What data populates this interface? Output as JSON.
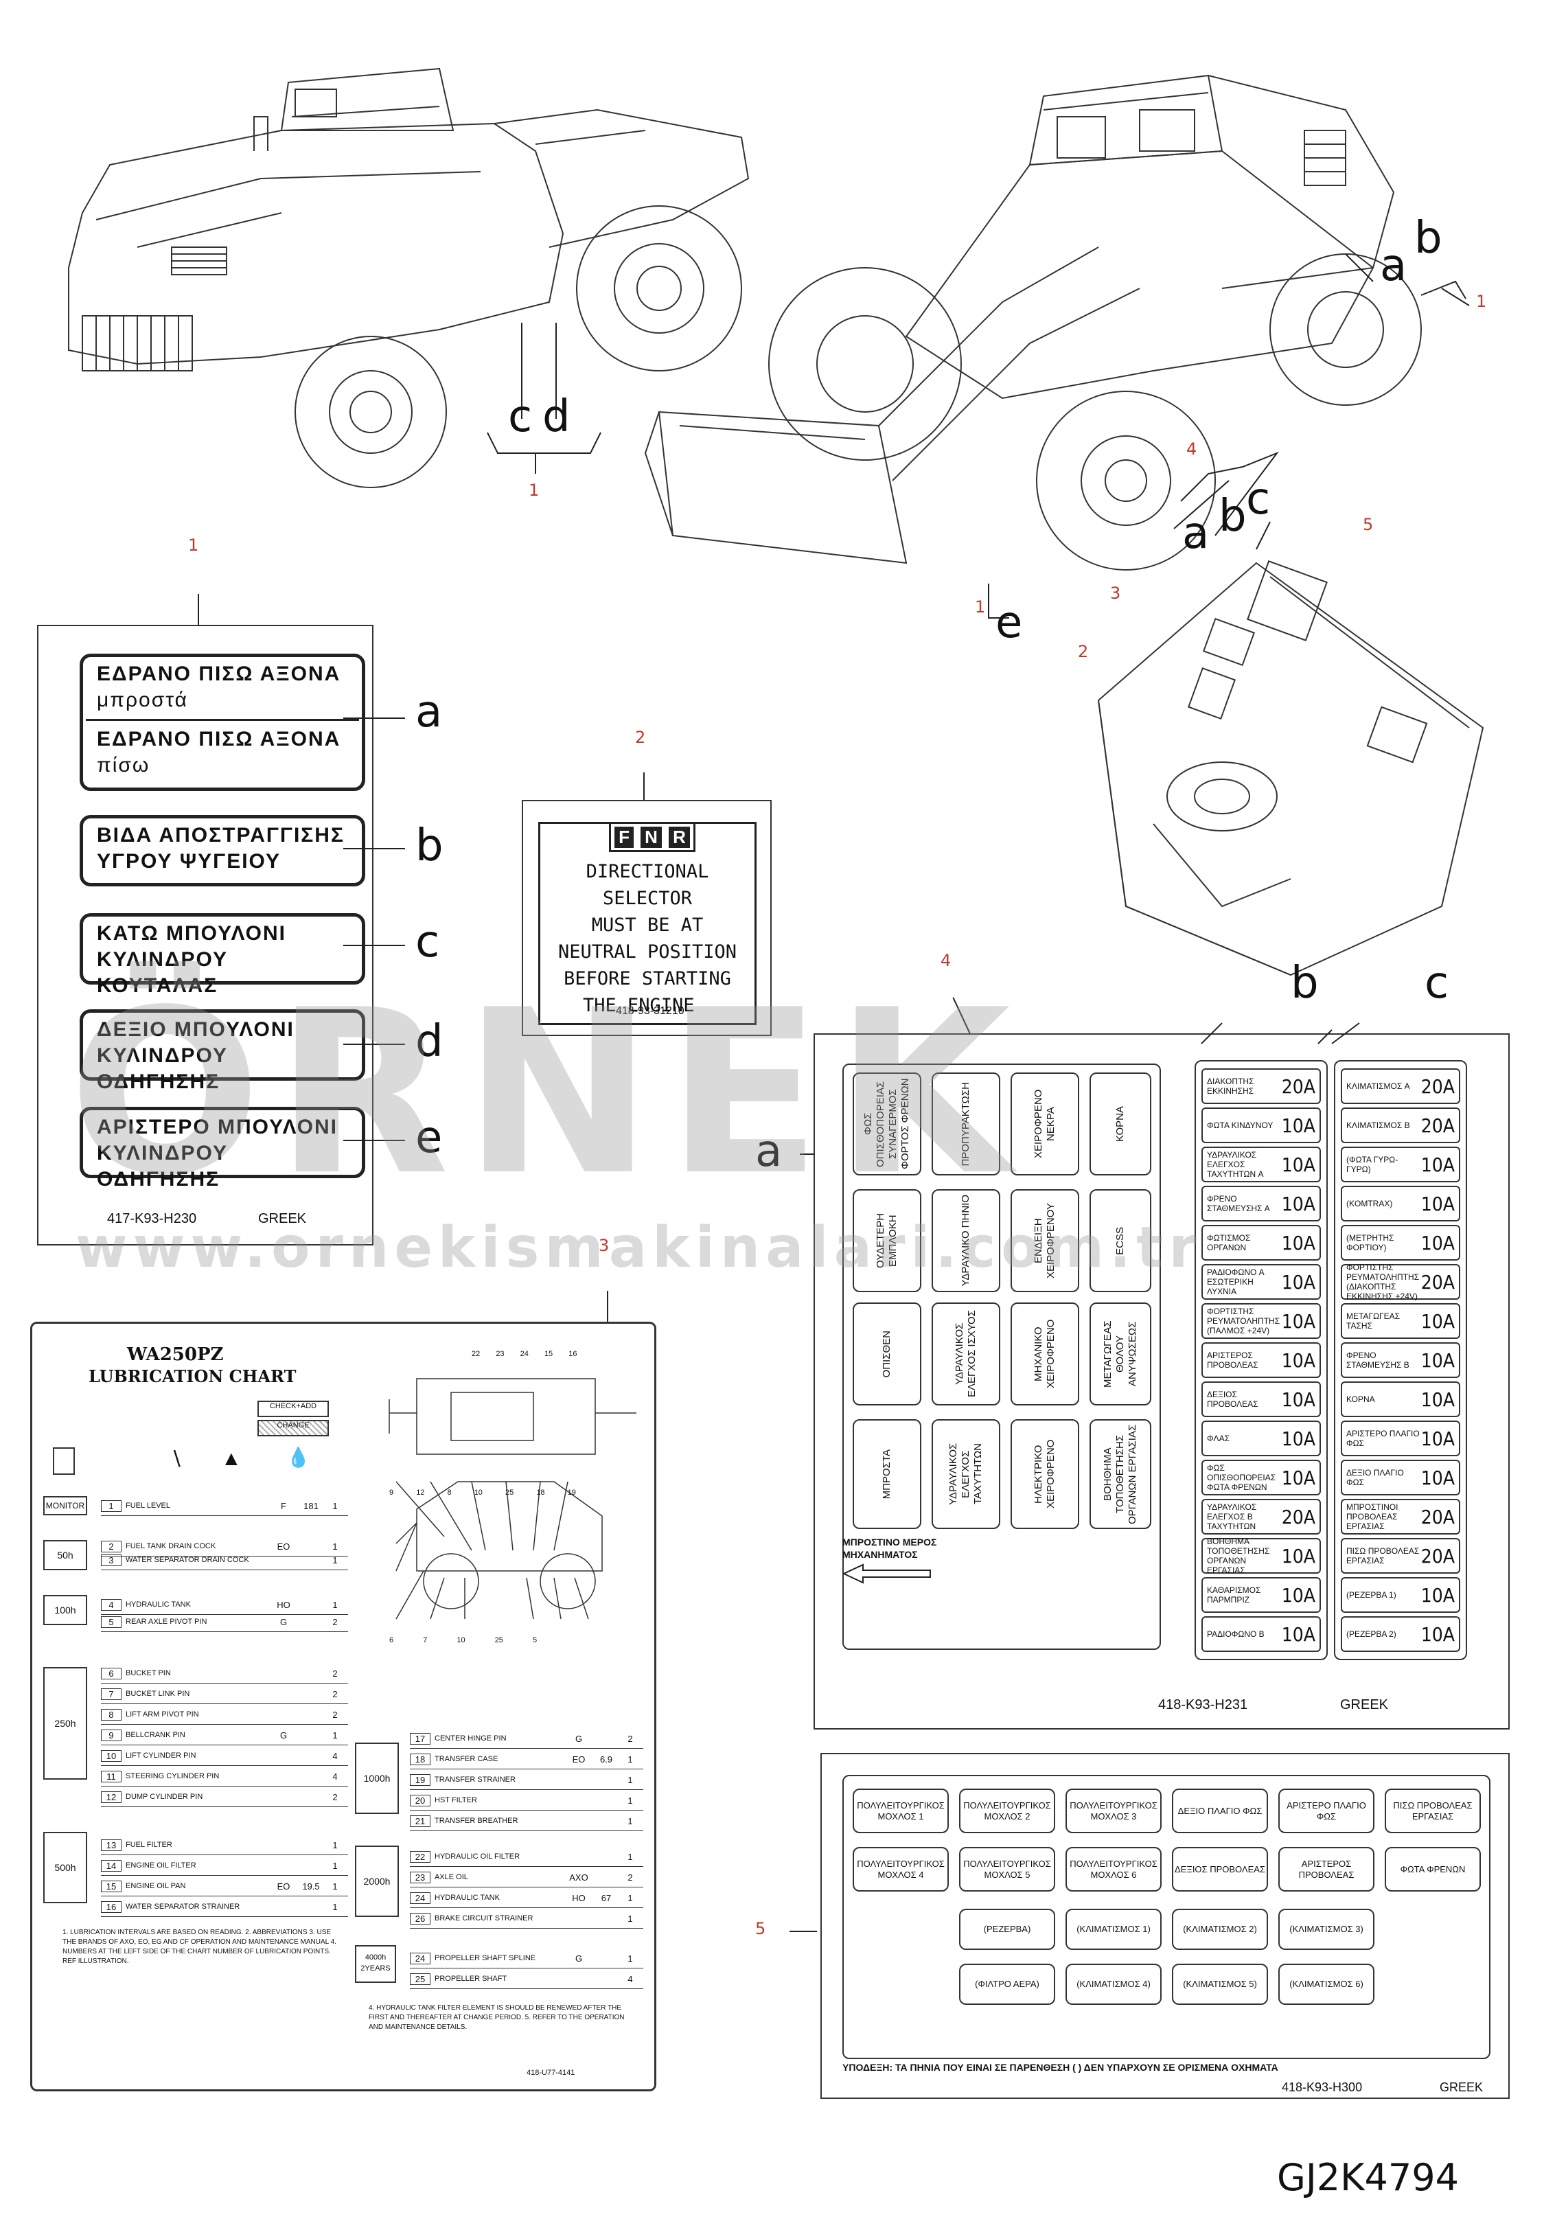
{
  "callouts": {
    "c": "c",
    "d": "d",
    "e": "e",
    "a": "a",
    "b": "b",
    "one": "1",
    "two": "2",
    "three": "3",
    "four": "4",
    "five": "5"
  },
  "decal1": {
    "a1": "ΕΔΡΑΝΟ ΠΙΣΩ ΑΞΟΝΑ",
    "a1sub": "μπροστά",
    "a2": "ΕΔΡΑΝΟ ΠΙΣΩ ΑΞΟΝΑ",
    "a2sub": "πίσω",
    "b1": "ΒΙΔΑ ΑΠΟΣΤΡΑΓΓΙΣΗΣ",
    "b2": "ΥΓΡΟΥ ΨΥΓΕΙΟΥ",
    "c1": "ΚΑΤΩ ΜΠΟΥΛΟΝΙ",
    "c2": "ΚΥΛΙΝΔΡΟΥ ΚΟΥΤΑΛΑΣ",
    "d1": "ΔΕΞΙΟ ΜΠΟΥΛΟΝΙ",
    "d2": "ΚΥΛΙΝΔΡΟΥ ΟΔΗΓΗΣΗΣ",
    "e1": "ΑΡΙΣΤΕΡΟ ΜΠΟΥΛΟΝΙ",
    "e2": "ΚΥΛΙΝΔΡΟΥ ΟΔΗΓΗΣΗΣ",
    "code": "417-K93-H230",
    "lang": "GREEK"
  },
  "decal2": {
    "fnr": [
      "F",
      "N",
      "R"
    ],
    "lines": [
      "DIRECTIONAL SELECTOR",
      "MUST BE AT",
      "NEUTRAL POSITION",
      "BEFORE STARTING",
      "THE ENGINE"
    ],
    "code": "418-93-31210"
  },
  "watermark": {
    "big": "ÖRNEK",
    "url": "www.ornekismakinalari.com.tr"
  },
  "decal3": {
    "title": "WA250PZ",
    "subtitle": "LUBRICATION CHART",
    "check": "CHECK+ADD",
    "change": "CHANGE",
    "groups": [
      "MONITOR",
      "50h",
      "100h",
      "250h",
      "500h"
    ],
    "right_groups": [
      "1000h",
      "2000h",
      "4000h 2YEARS"
    ],
    "rows_left": [
      {
        "n": "1",
        "t": "FUEL LEVEL",
        "c": "F",
        "q": "181",
        "k": "1"
      },
      {
        "n": "2",
        "t": "FUEL TANK DRAIN COCK",
        "c": "EO",
        "q": "",
        "k": "1"
      },
      {
        "n": "3",
        "t": "WATER SEPARATOR DRAIN COCK",
        "c": "",
        "q": "",
        "k": "1"
      },
      {
        "n": "4",
        "t": "HYDRAULIC TANK",
        "c": "HO",
        "q": "",
        "k": "1"
      },
      {
        "n": "5",
        "t": "REAR AXLE PIVOT PIN",
        "c": "G",
        "q": "",
        "k": "2"
      },
      {
        "n": "6",
        "t": "BUCKET PIN",
        "c": "",
        "q": "",
        "k": "2"
      },
      {
        "n": "7",
        "t": "BUCKET LINK PIN",
        "c": "",
        "q": "",
        "k": "2"
      },
      {
        "n": "8",
        "t": "LIFT ARM PIVOT PIN",
        "c": "",
        "q": "",
        "k": "2"
      },
      {
        "n": "9",
        "t": "BELLCRANK PIN",
        "c": "G",
        "q": "",
        "k": "1"
      },
      {
        "n": "10",
        "t": "LIFT CYLINDER PIN",
        "c": "",
        "q": "",
        "k": "4"
      },
      {
        "n": "11",
        "t": "STEERING CYLINDER PIN",
        "c": "",
        "q": "",
        "k": "4"
      },
      {
        "n": "12",
        "t": "DUMP CYLINDER PIN",
        "c": "",
        "q": "",
        "k": "2"
      },
      {
        "n": "13",
        "t": "FUEL FILTER",
        "c": "",
        "q": "",
        "k": "1"
      },
      {
        "n": "14",
        "t": "ENGINE OIL FILTER",
        "c": "",
        "q": "",
        "k": "1"
      },
      {
        "n": "15",
        "t": "ENGINE OIL PAN",
        "c": "EO",
        "q": "19.5",
        "k": "1"
      },
      {
        "n": "16",
        "t": "WATER SEPARATOR STRAINER",
        "c": "",
        "q": "",
        "k": "1"
      }
    ],
    "rows_right": [
      {
        "n": "17",
        "t": "CENTER HINGE PIN",
        "c": "G",
        "q": "",
        "k": "2"
      },
      {
        "n": "18",
        "t": "TRANSFER CASE",
        "c": "EO",
        "q": "6.9",
        "k": "1"
      },
      {
        "n": "19",
        "t": "TRANSFER STRAINER",
        "c": "",
        "q": "",
        "k": "1"
      },
      {
        "n": "20",
        "t": "HST FILTER",
        "c": "",
        "q": "",
        "k": "1"
      },
      {
        "n": "21",
        "t": "TRANSFER BREATHER",
        "c": "",
        "q": "",
        "k": "1"
      },
      {
        "n": "22",
        "t": "HYDRAULIC OIL FILTER",
        "c": "",
        "q": "",
        "k": "1"
      },
      {
        "n": "23",
        "t": "AXLE OIL",
        "c": "AXO",
        "q": "",
        "k": "2"
      },
      {
        "n": "24",
        "t": "HYDRAULIC TANK",
        "c": "HO",
        "q": "67",
        "k": "1"
      },
      {
        "n": "26",
        "t": "BRAKE CIRCUIT STRAINER",
        "c": "",
        "q": "",
        "k": "1"
      },
      {
        "n": "24",
        "t": "PROPELLER SHAFT SPLINE",
        "c": "G",
        "q": "",
        "k": "1"
      },
      {
        "n": "25",
        "t": "PROPELLER SHAFT",
        "c": "",
        "q": "",
        "k": "4"
      }
    ],
    "notes_left": "1. LUBRICATION INTERVALS ARE BASED ON READING.  2. ABBREVIATIONS  3. USE THE BRANDS OF AXO, EO, EG AND CF OPERATION AND MAINTENANCE MANUAL  4. NUMBERS AT THE LEFT SIDE OF THE CHART NUMBER OF LUBRICATION POINTS. REF ILLUSTRATION.",
    "notes_right": "4. HYDRAULIC TANK FILTER ELEMENT IS SHOULD BE RENEWED AFTER THE FIRST AND THEREAFTER AT CHANGE PERIOD. 5. REFER TO THE OPERATION AND MAINTENANCE DETAILS.",
    "code": "418-U77-4141",
    "diagram_nums_top": [
      "22",
      "23",
      "24",
      "15",
      "16"
    ],
    "diagram_nums_mid": [
      "9",
      "12",
      "8",
      "10",
      "25",
      "18",
      "19"
    ],
    "diagram_nums_bot": [
      "6",
      "7",
      "10",
      "25",
      "5"
    ]
  },
  "decal4": {
    "grid": [
      [
        "ΦΩΣ ΟΠΙΣΘΟΠΟΡΕΙΑΣ ΣΥΝΑΓΕΡΜΟΣ ΦΟΡΤΟΣ ΦΡΕΝΩΝ",
        "ΠΡΟΠΥΡΑΚΤΩΣΗ",
        "ΧΕΙΡΟΦΡΕΝΟ ΝΕΚΡΑ",
        "ΚΟΡΝΑ"
      ],
      [
        "ΟΥΔΕΤΕΡΗ ΕΜΠΛΟΚΗ",
        "ΥΔΡΑΥΛΙΚΟ ΠΗΝΙΟ",
        "ΕΝΔΕΙΞΗ ΧΕΙΡΟΦΡΕΝΟΥ",
        "ECSS"
      ],
      [
        "ΟΠΙΣΘΕΝ",
        "ΥΔΡΑΥΛΙΚΟΣ ΕΛΕΓΧΟΣ ΙΣΧΥΟΣ",
        "ΜΗΧΑΝΙΚΟ ΧΕΙΡΟΦΡΕΝΟ",
        "ΜΕΤΑΓΩΓΕΑΣ ΘΟΛΟΥ ΑΝΥΨΩΣΕΩΣ"
      ],
      [
        "ΜΠΡΟΣΤΑ",
        "ΥΔΡΑΥΛΙΚΟΣ ΕΛΕΓΧΟΣ ΤΑΧΥΤΗΤΩΝ",
        "ΗΛΕΚΤΡΙΚΟ ΧΕΙΡΟΦΡΕΝΟ",
        "ΒΟΗΘΗΜΑ ΤΟΠΟΘΕΤΗΣΗΣ ΟΡΓΑΝΩΝ ΕΡΓΑΣΙΑΣ"
      ]
    ],
    "front": "ΜΠΡΟΣΤΙΝΟ ΜΕΡΟΣ ΜΗΧΑΝΗΜΑΤΟΣ",
    "col_b": [
      {
        "t": "ΔΙΑΚΟΠΤΗΣ ΕΚΚΙΝΗΣΗΣ",
        "a": "20A"
      },
      {
        "t": "ΦΩΤΑ ΚΙΝΔΥΝΟΥ",
        "a": "10A"
      },
      {
        "t": "ΥΔΡΑΥΛΙΚΟΣ ΕΛΕΓΧΟΣ ΤΑΧΥΤΗΤΩΝ A",
        "a": "10A"
      },
      {
        "t": "ΦΡΕΝΟ ΣΤΑΘΜΕΥΣΗΣ A",
        "a": "10A"
      },
      {
        "t": "ΦΩΤΙΣΜΟΣ ΟΡΓΑΝΩΝ",
        "a": "10A"
      },
      {
        "t": "ΡΑΔΙΟΦΩΝΟ A ΕΣΩΤΕΡΙΚΗ ΛΥΧΝΙΑ",
        "a": "10A"
      },
      {
        "t": "ΦΟΡΤΙΣΤΗΣ ΡΕΥΜΑΤΟΛΗΠΤΗΣ (ΠΑΛΜΟΣ +24V)",
        "a": "10A"
      },
      {
        "t": "ΑΡΙΣΤΕΡΟΣ ΠΡΟΒΟΛΕΑΣ",
        "a": "10A"
      },
      {
        "t": "ΔΕΞΙΟΣ ΠΡΟΒΟΛΕΑΣ",
        "a": "10A"
      },
      {
        "t": "ΦΛΑΣ",
        "a": "10A"
      },
      {
        "t": "ΦΩΣ ΟΠΙΣΘΟΠΟΡΕΙΑΣ ΦΩΤΑ ΦΡΕΝΩΝ",
        "a": "10A"
      },
      {
        "t": "ΥΔΡΑΥΛΙΚΟΣ ΕΛΕΓΧΟΣ B ΤΑΧΥΤΗΤΩΝ",
        "a": "20A"
      },
      {
        "t": "ΒΟΗΘΗΜΑ ΤΟΠΟΘΕΤΗΣΗΣ ΟΡΓΑΝΩΝ ΕΡΓΑΣΙΑΣ",
        "a": "10A"
      },
      {
        "t": "ΚΑΘΑΡΙΣΜΟΣ ΠΑΡΜΠΡΙΖ",
        "a": "10A"
      },
      {
        "t": "ΡΑΔΙΟΦΩΝΟ B",
        "a": "10A"
      }
    ],
    "col_c": [
      {
        "t": "ΚΛΙΜΑΤΙΣΜΟΣ A",
        "a": "20A"
      },
      {
        "t": "ΚΛΙΜΑΤΙΣΜΟΣ B",
        "a": "20A"
      },
      {
        "t": "(ΦΩΤΑ ΓΥΡΩ-ΓΥΡΩ)",
        "a": "10A"
      },
      {
        "t": "(KOMTRAX)",
        "a": "10A"
      },
      {
        "t": "(ΜΕΤΡΗΤΗΣ ΦΟΡΤΙΟΥ)",
        "a": "10A"
      },
      {
        "t": "ΦΟΡΤΙΣΤΗΣ ΡΕΥΜΑΤΟΛΗΠΤΗΣ (ΔΙΑΚΟΠΤΗΣ ΕΚΚΙΝΗΣΗΣ +24V)",
        "a": "20A"
      },
      {
        "t": "ΜΕΤΑΓΩΓΕΑΣ ΤΑΣΗΣ",
        "a": "10A"
      },
      {
        "t": "ΦΡΕΝΟ ΣΤΑΘΜΕΥΣΗΣ B",
        "a": "10A"
      },
      {
        "t": "ΚΟΡΝΑ",
        "a": "10A"
      },
      {
        "t": "ΑΡΙΣΤΕΡΟ ΠΛΑΓΙΟ ΦΩΣ",
        "a": "10A"
      },
      {
        "t": "ΔΕΞΙΟ ΠΛΑΓΙΟ ΦΩΣ",
        "a": "10A"
      },
      {
        "t": "ΜΠΡΟΣΤΙΝΟΙ ΠΡΟΒΟΛΕΑΣ ΕΡΓΑΣΙΑΣ",
        "a": "20A"
      },
      {
        "t": "ΠΙΣΩ ΠΡΟΒΟΛΕΑΣ ΕΡΓΑΣΙΑΣ",
        "a": "20A"
      },
      {
        "t": "(ΡΕΖΕΡΒΑ 1)",
        "a": "10A"
      },
      {
        "t": "(ΡΕΖΕΡΒΑ 2)",
        "a": "10A"
      }
    ],
    "code": "418-K93-H231",
    "lang": "GREEK"
  },
  "decal5": {
    "row1": [
      "ΠΟΛΥΛΕΙΤΟΥΡΓΙΚΟΣ ΜΟΧΛΟΣ 1",
      "ΠΟΛΥΛΕΙΤΟΥΡΓΙΚΟΣ ΜΟΧΛΟΣ 2",
      "ΠΟΛΥΛΕΙΤΟΥΡΓΙΚΟΣ ΜΟΧΛΟΣ 3",
      "ΔΕΞΙΟ ΠΛΑΓΙΟ ΦΩΣ",
      "ΑΡΙΣΤΕΡΟ ΠΛΑΓΙΟ ΦΩΣ",
      "ΠΙΣΩ ΠΡΟΒΟΛΕΑΣ ΕΡΓΑΣΙΑΣ"
    ],
    "row2": [
      "ΠΟΛΥΛΕΙΤΟΥΡΓΙΚΟΣ ΜΟΧΛΟΣ 4",
      "ΠΟΛΥΛΕΙΤΟΥΡΓΙΚΟΣ ΜΟΧΛΟΣ 5",
      "ΠΟΛΥΛΕΙΤΟΥΡΓΙΚΟΣ ΜΟΧΛΟΣ 6",
      "ΔΕΞΙΟΣ ΠΡΟΒΟΛΕΑΣ",
      "ΑΡΙΣΤΕΡΟΣ ΠΡΟΒΟΛΕΑΣ",
      "ΦΩΤΑ ΦΡΕΝΩΝ"
    ],
    "row3": [
      "(ΡΕΖΕΡΒΑ)",
      "(ΚΛΙΜΑΤΙΣΜΟΣ 1)",
      "(ΚΛΙΜΑΤΙΣΜΟΣ 2)",
      "(ΚΛΙΜΑΤΙΣΜΟΣ 3)"
    ],
    "row4": [
      "(ΦΙΛΤΡΟ ΑΕΡΑ)",
      "(ΚΛΙΜΑΤΙΣΜΟΣ 4)",
      "(ΚΛΙΜΑΤΙΣΜΟΣ 5)",
      "(ΚΛΙΜΑΤΙΣΜΟΣ 6)"
    ],
    "note": "ΥΠΟΔΕΞΗ: ΤΑ ΠΗΝΙΑ ΠΟΥ ΕΙΝΑΙ ΣΕ ΠΑΡΕΝΘΕΣΗ ( ) ΔΕΝ ΥΠΑΡΧΟΥΝ ΣΕ ΟΡΙΣΜΕΝΑ ΟΧΗΜΑΤΑ",
    "code": "418-K93-H300",
    "lang": "GREEK"
  },
  "figure_id": "GJ2K4794"
}
